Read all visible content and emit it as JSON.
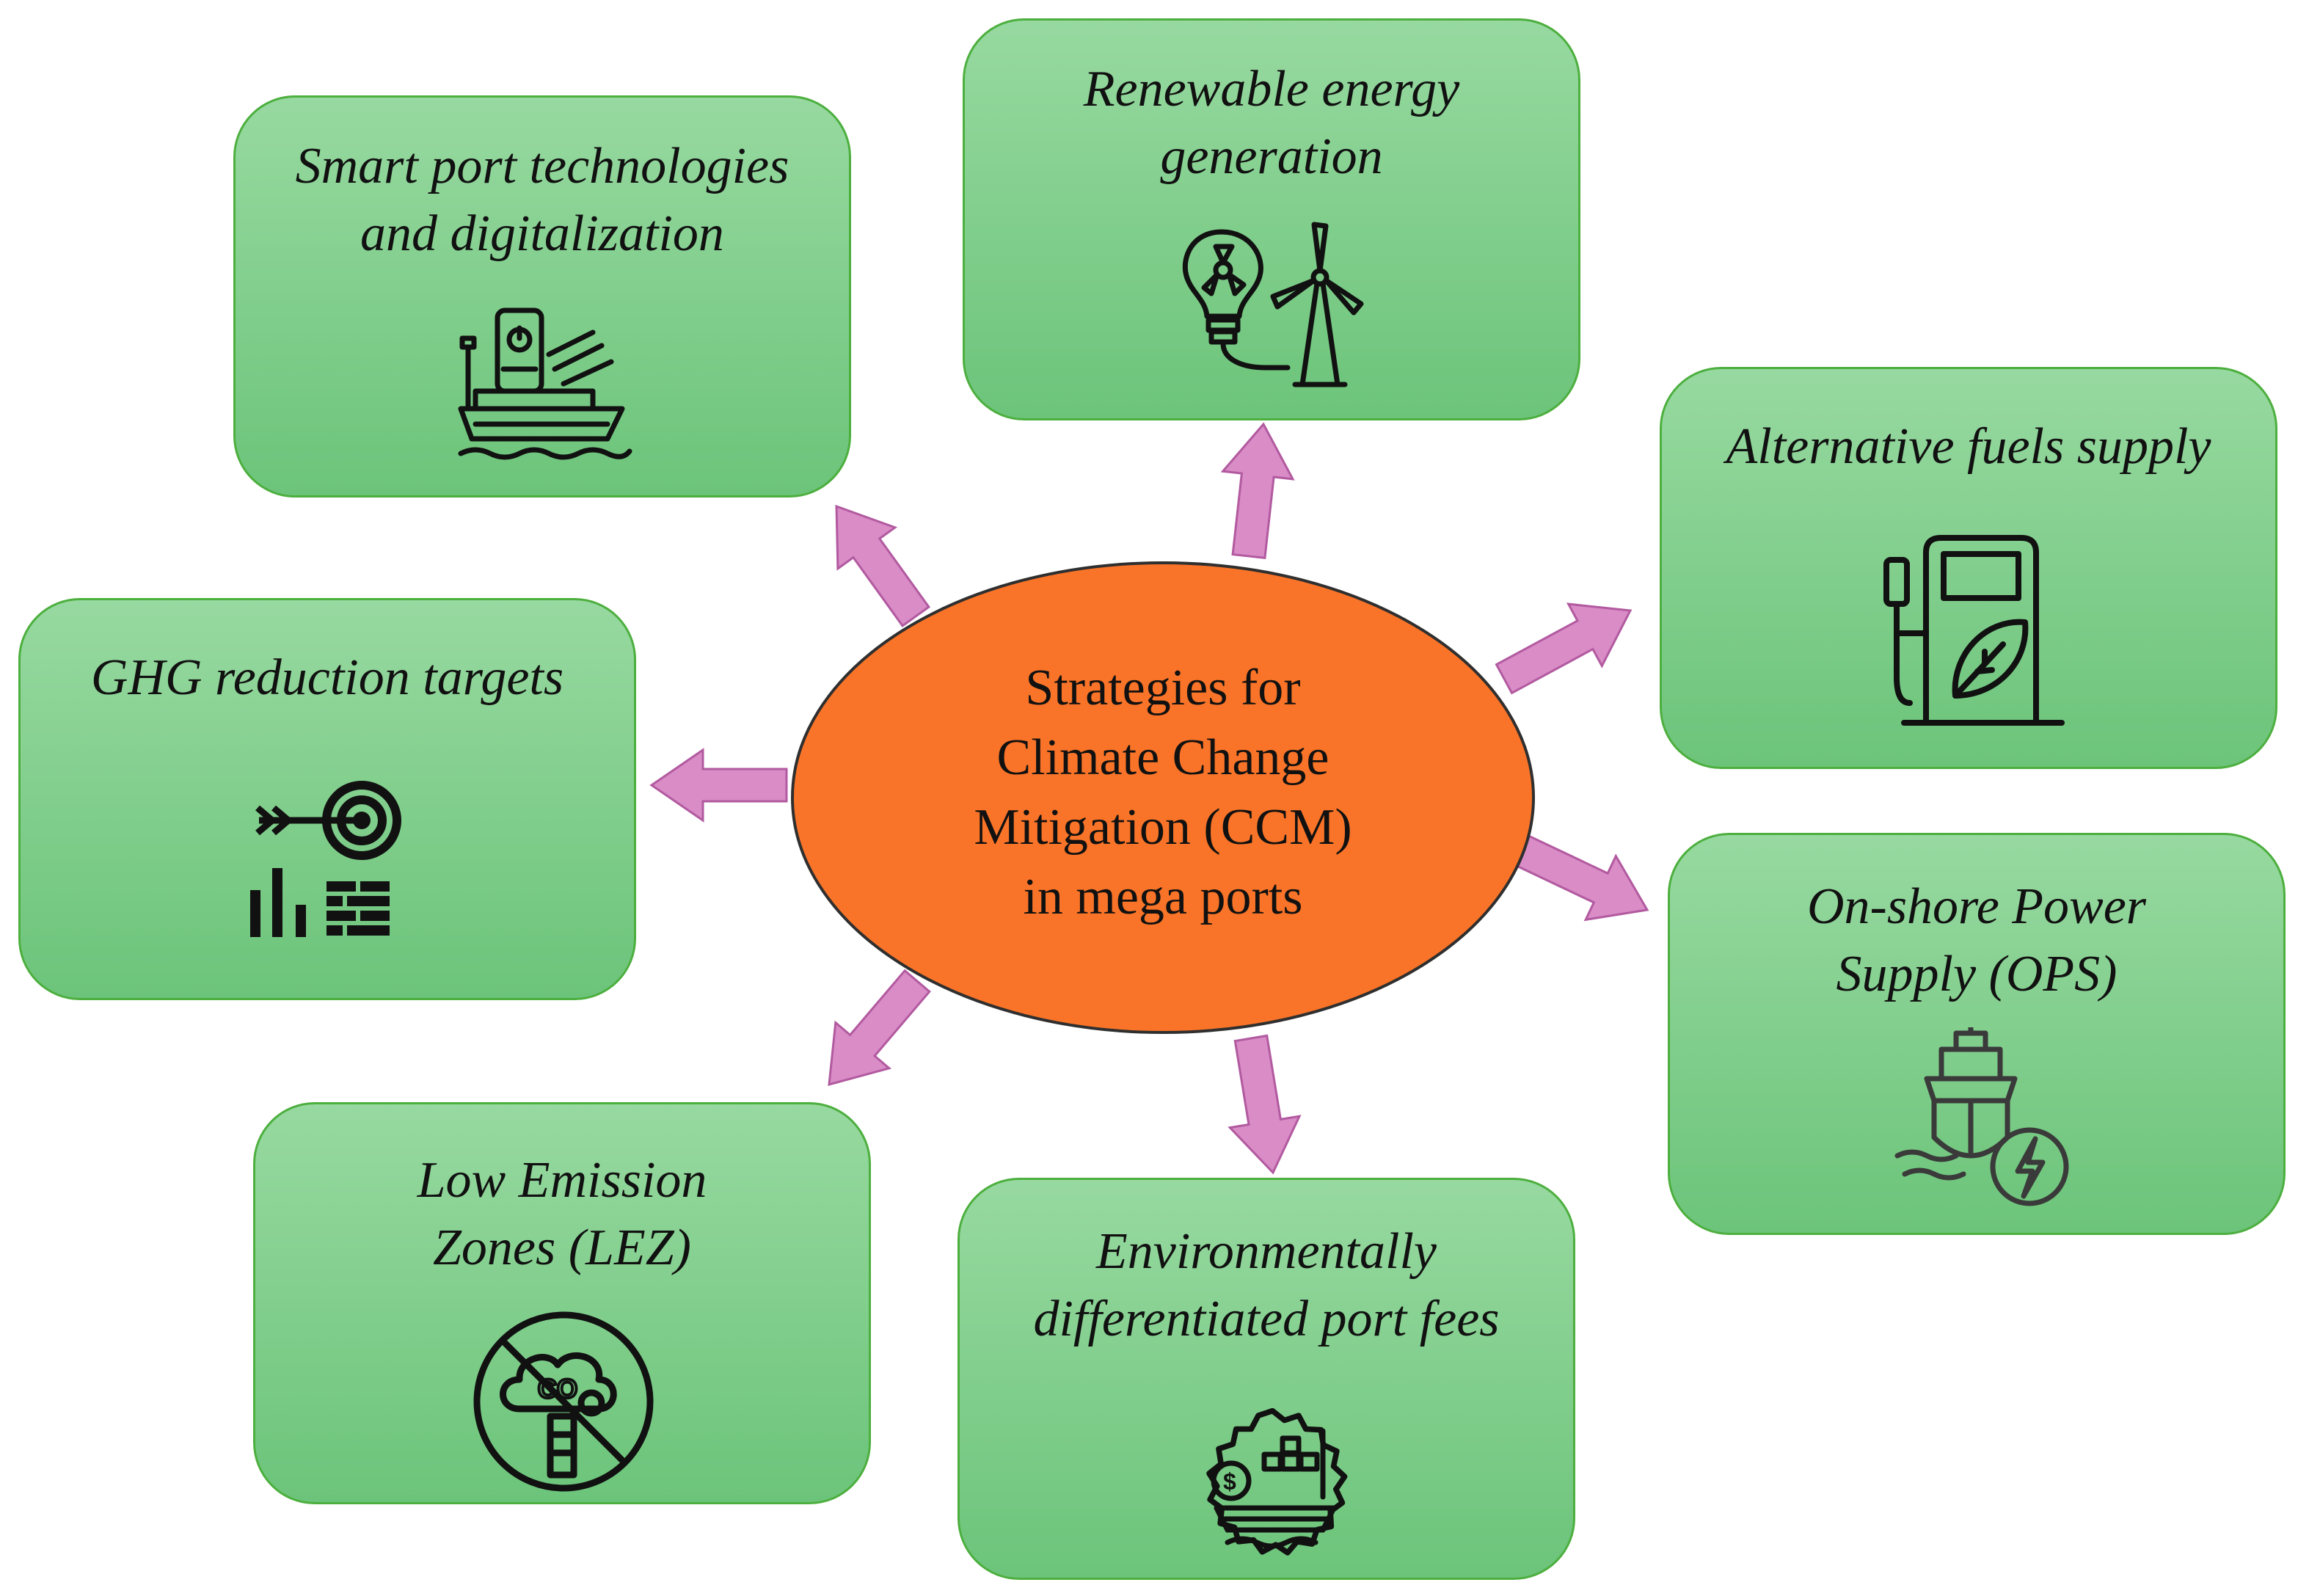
{
  "colors": {
    "box_fill_top": "#97d9a0",
    "box_fill_bottom": "#6cc47a",
    "box_border": "#4caf3e",
    "center_fill": "#f97428",
    "center_border": "#2f2f2f",
    "arrow_fill": "#d98cc6",
    "arrow_stroke": "#b25aa0"
  },
  "center": {
    "text": "Strategies for\nClimate Change\nMitigation (CCM)\nin mega ports"
  },
  "nodes": [
    {
      "id": "smart-port",
      "title": "Smart port technologies\nand digitalization",
      "icon": "ship-smartphone-icon"
    },
    {
      "id": "renewable",
      "title": "Renewable energy\ngeneration",
      "icon": "bulb-wind-turbine-icon"
    },
    {
      "id": "alt-fuels",
      "title": "Alternative fuels supply",
      "icon": "fuel-pump-leaf-icon"
    },
    {
      "id": "ghg",
      "title": "GHG reduction targets",
      "icon": "target-chart-icon"
    },
    {
      "id": "ops",
      "title": "On-shore Power\nSupply (OPS)",
      "icon": "ship-electric-icon"
    },
    {
      "id": "lez",
      "title": "Low Emission\nZones (LEZ)",
      "icon": "no-co2-icon"
    },
    {
      "id": "fees",
      "title": "Environmentally\ndifferentiated port fees",
      "icon": "ship-fee-seal-icon"
    }
  ]
}
